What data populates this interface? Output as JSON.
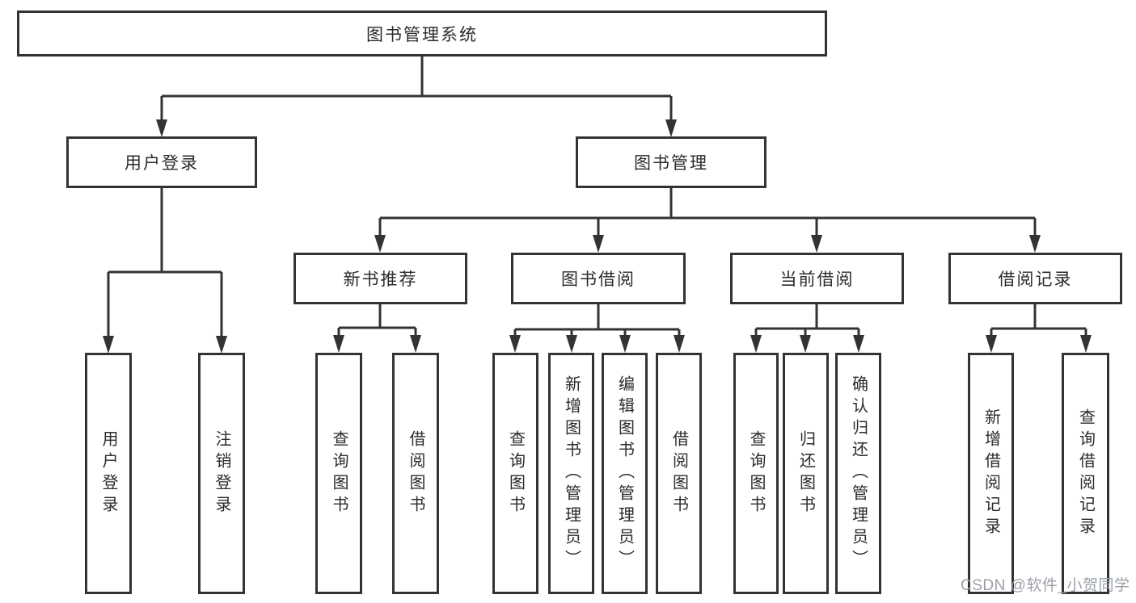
{
  "tree": {
    "root": "图书管理系统",
    "level2": [
      {
        "label": "用户登录"
      },
      {
        "label": "图书管理"
      }
    ],
    "level3": [
      {
        "label": "新书推荐"
      },
      {
        "label": "图书借阅"
      },
      {
        "label": "当前借阅"
      },
      {
        "label": "借阅记录"
      }
    ],
    "leaves": {
      "user_login": [
        "用户登录",
        "注销登录"
      ],
      "new_book": [
        "查询图书",
        "借阅图书"
      ],
      "book_borrow": [
        "查询图书",
        "新增图书（管理员）",
        "编辑图书（管理员）",
        "借阅图书"
      ],
      "current_borrow": [
        "查询图书",
        "归还图书",
        "确认归还（管理员）"
      ],
      "borrow_records": [
        "新增借阅记录",
        "查询借阅记录"
      ]
    }
  },
  "watermark": "CSDN @软件_小贺同学",
  "colors": {
    "line": "#333333",
    "box_border": "#333333",
    "box_fill": "#ffffff",
    "text": "#2b2b2b",
    "watermark": "#9aa0a8"
  }
}
